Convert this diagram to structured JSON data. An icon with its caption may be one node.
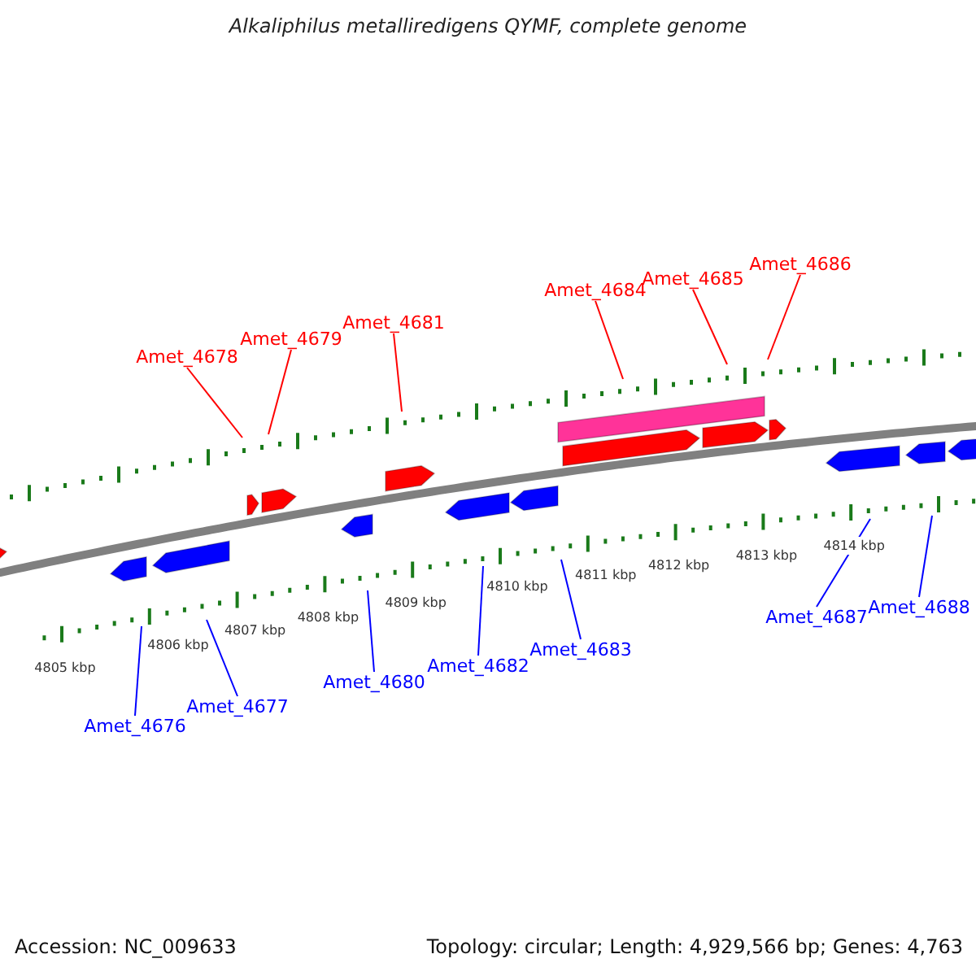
{
  "diagram": {
    "title": "Alkaliphilus metalliredigens QYMF, complete genome",
    "nodes": [
      {
        "text": [
          "Amet_4676"
        ]
      },
      {
        "text": [
          "Amet_4677"
        ]
      },
      {
        "text": [
          "Amet_4678"
        ]
      },
      {
        "text": [
          "Amet_4679"
        ]
      },
      {
        "text": [
          "Amet_4680"
        ]
      },
      {
        "text": [
          "Amet_4681"
        ]
      },
      {
        "text": [
          "Amet_4682"
        ]
      },
      {
        "text": [
          "Amet_4683"
        ]
      },
      {
        "text": [
          "Amet_4684"
        ]
      },
      {
        "text": [
          "Amet_4685"
        ]
      },
      {
        "text": [
          "Amet_4686"
        ]
      },
      {
        "text": [
          "Amet_4687"
        ]
      },
      {
        "text": [
          "Amet_4688"
        ]
      }
    ],
    "edges": [
      {
        "from": 0,
        "to": null,
        "arrow": "none"
      },
      {
        "from": 1,
        "to": null,
        "arrow": "none"
      },
      {
        "from": 2,
        "to": null,
        "arrow": "none",
        "color": "#ff0000"
      },
      {
        "from": 3,
        "to": null,
        "arrow": "none",
        "color": "#ff0000"
      },
      {
        "from": 4,
        "to": null,
        "arrow": "none"
      },
      {
        "from": 5,
        "to": null,
        "arrow": "none",
        "color": "#ff0000"
      },
      {
        "from": 6,
        "to": null,
        "arrow": "none"
      },
      {
        "from": 7,
        "to": null,
        "arrow": "none"
      },
      {
        "from": 8,
        "to": null,
        "arrow": "none",
        "color": "#ff0000"
      },
      {
        "from": 9,
        "to": null,
        "arrow": "none",
        "color": "#ff0000"
      },
      {
        "from": 10,
        "to": null,
        "arrow": "none",
        "color": "#ff0000"
      },
      {
        "from": 11,
        "to": null,
        "arrow": "none"
      },
      {
        "from": 12,
        "to": null,
        "arrow": "none"
      }
    ],
    "labels": [
      "4805 kbp",
      "4806 kbp",
      "4807 kbp",
      "4808 kbp",
      "4809 kbp",
      "4810 kbp",
      "4811 kbp",
      "4812 kbp",
      "4813 kbp",
      "4814 kbp",
      "Accession: NC_009633",
      "Topology: circular; Length: 4,929,566 bp; Genes: 4,763"
    ]
  }
}
